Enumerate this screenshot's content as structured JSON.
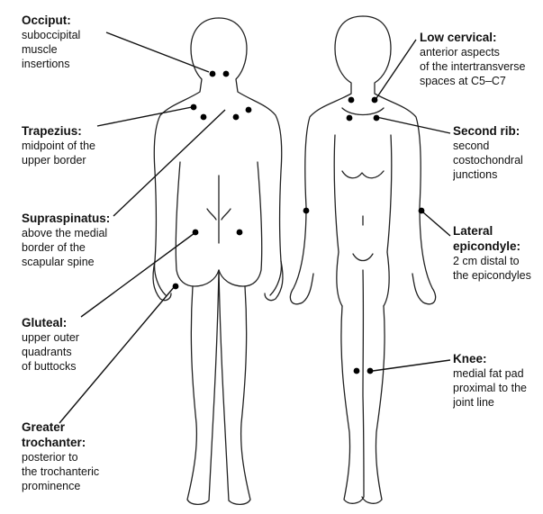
{
  "labels": {
    "occiput": {
      "title": "Occiput:",
      "desc": "suboccipital\nmuscle\ninsertions"
    },
    "trapezius": {
      "title": "Trapezius:",
      "desc": "midpoint of the\nupper border"
    },
    "supraspinatus": {
      "title": "Supraspinatus:",
      "desc": "above the medial\nborder of the\nscapular spine"
    },
    "gluteal": {
      "title": "Gluteal:",
      "desc": "upper outer\nquadrants\nof buttocks"
    },
    "trochanter": {
      "title": "Greater\ntrochanter:",
      "desc": "posterior to\nthe trochanteric\nprominence"
    },
    "low_cervical": {
      "title": "Low cervical:",
      "desc": "anterior aspects\nof the intertransverse\nspaces at C5–C7"
    },
    "second_rib": {
      "title": "Second rib:",
      "desc": "second\ncostochondral\njunctions"
    },
    "epicondyle": {
      "title": "Lateral\nepicondyle:",
      "desc": "2 cm distal to\nthe epicondyles"
    },
    "knee": {
      "title": "Knee:",
      "desc": "medial fat pad\nproximal to the\njoint line"
    }
  },
  "colors": {
    "ink": "#111111",
    "background": "#ffffff"
  }
}
